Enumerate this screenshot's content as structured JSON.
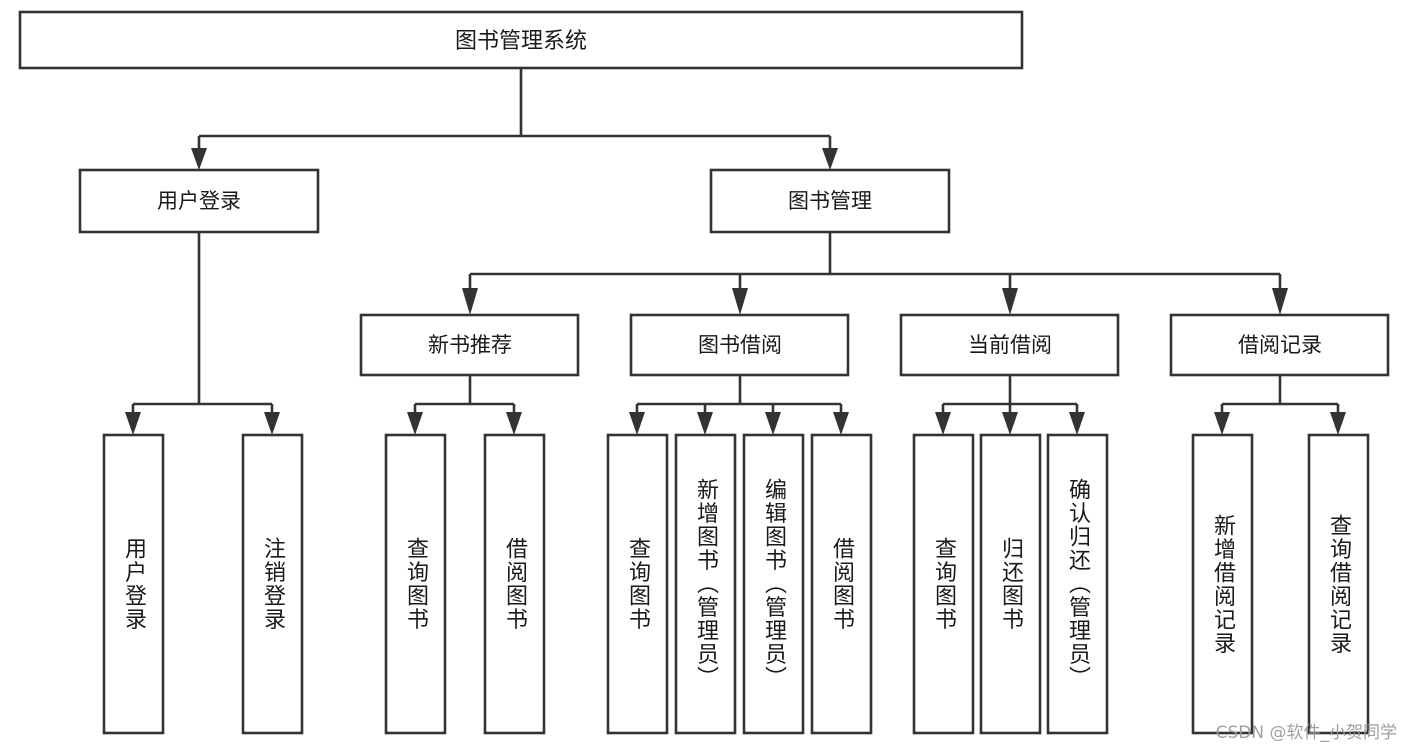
{
  "diagram": {
    "type": "tree",
    "title": "图书管理系统",
    "watermark": "CSDN @软件_小贺同学",
    "colors": {
      "box_stroke": "#333333",
      "box_fill": "#ffffff",
      "text": "#1a1a1a",
      "background": "#ffffff",
      "watermark": "#9b9b9b"
    },
    "levels": {
      "root": {
        "label": "图书管理系统"
      },
      "level2": [
        {
          "id": "user-login",
          "label": "用户登录"
        },
        {
          "id": "book-management",
          "label": "图书管理"
        }
      ],
      "level3": [
        {
          "id": "new-book-recommend",
          "label": "新书推荐",
          "parent": "book-management"
        },
        {
          "id": "book-borrow",
          "label": "图书借阅",
          "parent": "book-management"
        },
        {
          "id": "current-borrow",
          "label": "当前借阅",
          "parent": "book-management"
        },
        {
          "id": "borrow-record",
          "label": "借阅记录",
          "parent": "book-management"
        }
      ],
      "leaves": [
        {
          "id": "leaf-user-login",
          "label": "用户登录",
          "parent": "user-login"
        },
        {
          "id": "leaf-logout-login",
          "label": "注销登录",
          "parent": "user-login"
        },
        {
          "id": "leaf-query-book-1",
          "label": "查询图书",
          "parent": "new-book-recommend"
        },
        {
          "id": "leaf-borrow-book-1",
          "label": "借阅图书",
          "parent": "new-book-recommend"
        },
        {
          "id": "leaf-query-book-2",
          "label": "查询图书",
          "parent": "book-borrow"
        },
        {
          "id": "leaf-add-book",
          "label": "新增图书（管理员）",
          "parent": "book-borrow"
        },
        {
          "id": "leaf-edit-book",
          "label": "编辑图书（管理员）",
          "parent": "book-borrow"
        },
        {
          "id": "leaf-borrow-book-2",
          "label": "借阅图书",
          "parent": "book-borrow"
        },
        {
          "id": "leaf-query-book-3",
          "label": "查询图书",
          "parent": "current-borrow"
        },
        {
          "id": "leaf-return-book",
          "label": "归还图书",
          "parent": "current-borrow"
        },
        {
          "id": "leaf-confirm-return",
          "label": "确认归还（管理员）",
          "parent": "current-borrow"
        },
        {
          "id": "leaf-add-record",
          "label": "新增借阅记录",
          "parent": "borrow-record"
        },
        {
          "id": "leaf-query-record",
          "label": "查询借阅记录",
          "parent": "borrow-record"
        }
      ]
    }
  }
}
